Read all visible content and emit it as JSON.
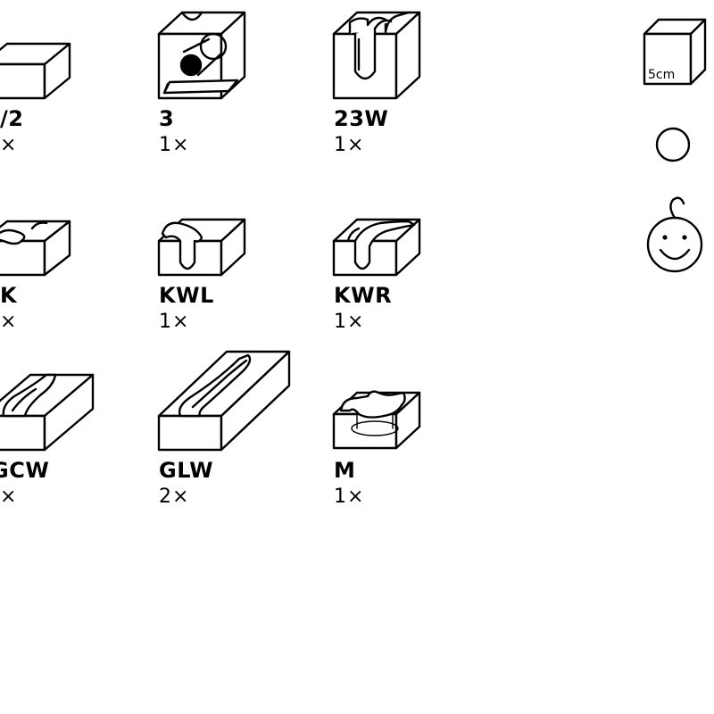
{
  "pieces": [
    {
      "id": "p1",
      "code": "/2",
      "qty": "×",
      "icon": "block-half-icon"
    },
    {
      "id": "p2",
      "code": "3",
      "qty": "1×",
      "icon": "block-ball-icon"
    },
    {
      "id": "p3",
      "code": "23W",
      "qty": "1×",
      "icon": "block-u-channel-icon"
    },
    {
      "id": "p4",
      "code": "K",
      "qty": "×",
      "icon": "block-curve-icon"
    },
    {
      "id": "p5",
      "code": "KWL",
      "qty": "1×",
      "icon": "block-curve-left-icon"
    },
    {
      "id": "p6",
      "code": "KWR",
      "qty": "1×",
      "icon": "block-curve-right-icon"
    },
    {
      "id": "p7",
      "code": "GCW",
      "qty": "×",
      "icon": "block-groove-short-icon"
    },
    {
      "id": "p8",
      "code": "GLW",
      "qty": "2×",
      "icon": "block-groove-long-icon"
    },
    {
      "id": "p9",
      "code": "M",
      "qty": "1×",
      "icon": "block-bowl-icon"
    }
  ],
  "legend": {
    "cube_label": "5cm",
    "cube_icon": "cube-icon",
    "ball_icon": "ball-icon",
    "child_icon": "child-face-icon"
  }
}
